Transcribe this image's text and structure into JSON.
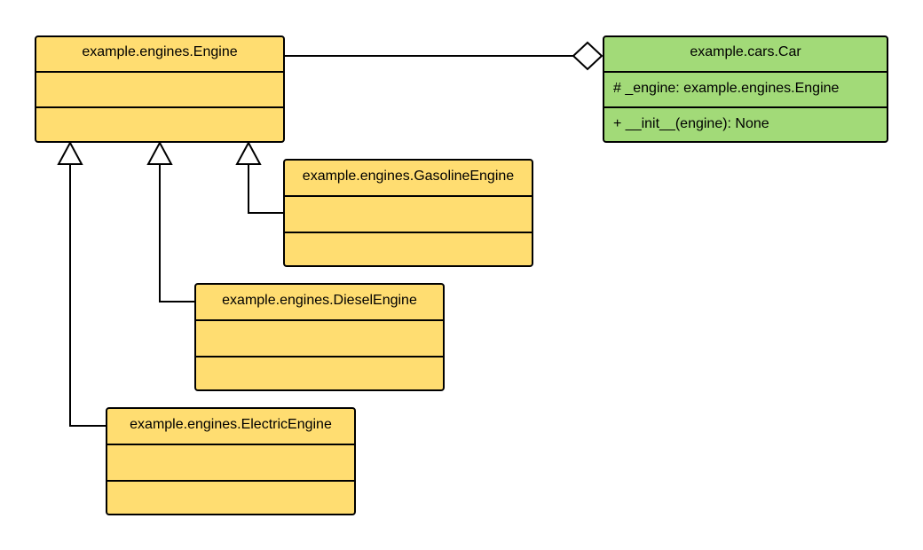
{
  "colors": {
    "engine_fill": "#ffdd71",
    "car_fill": "#a2da78",
    "stroke": "#000000"
  },
  "classes": {
    "engine": {
      "name": "example.engines.Engine",
      "attributes": "",
      "methods": ""
    },
    "gasoline": {
      "name": "example.engines.GasolineEngine",
      "attributes": "",
      "methods": ""
    },
    "diesel": {
      "name": "example.engines.DieselEngine",
      "attributes": "",
      "methods": ""
    },
    "electric": {
      "name": "example.engines.ElectricEngine",
      "attributes": "",
      "methods": ""
    },
    "car": {
      "name": "example.cars.Car",
      "attributes": "# _engine: example.engines.Engine",
      "methods": "+ __init__(engine): None"
    }
  },
  "relations": [
    {
      "type": "aggregation",
      "from": "car",
      "to": "engine"
    },
    {
      "type": "generalization",
      "from": "gasoline",
      "to": "engine"
    },
    {
      "type": "generalization",
      "from": "diesel",
      "to": "engine"
    },
    {
      "type": "generalization",
      "from": "electric",
      "to": "engine"
    }
  ]
}
